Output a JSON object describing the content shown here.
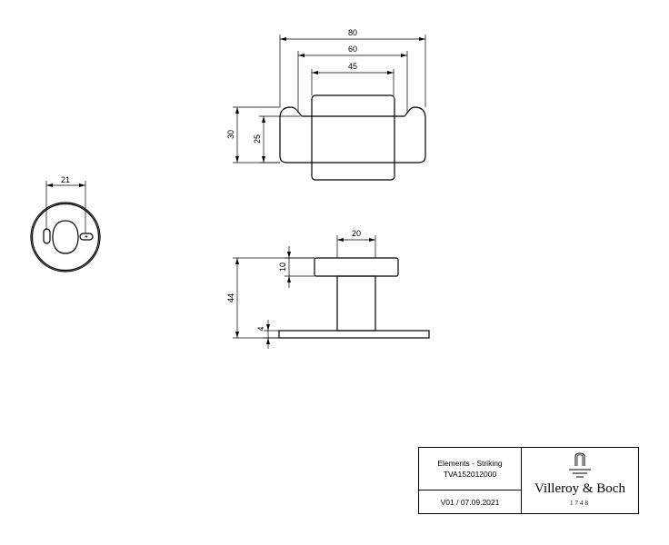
{
  "dimensions": {
    "top_width_80": "80",
    "top_width_60": "60",
    "top_width_45": "45",
    "top_height_30": "30",
    "top_height_25": "25",
    "round_width_21": "21",
    "side_width_20": "20",
    "side_height_10": "10",
    "side_height_44": "44",
    "side_plate_4": "4"
  },
  "title_block": {
    "product_line": "Elements - Striking",
    "article_number": "TVA152012000",
    "version_date": "V01 / 07.09.2021",
    "brand": "Villeroy & Boch",
    "brand_year": "1748"
  },
  "icons": {
    "logo": "faucet-logo-icon"
  }
}
